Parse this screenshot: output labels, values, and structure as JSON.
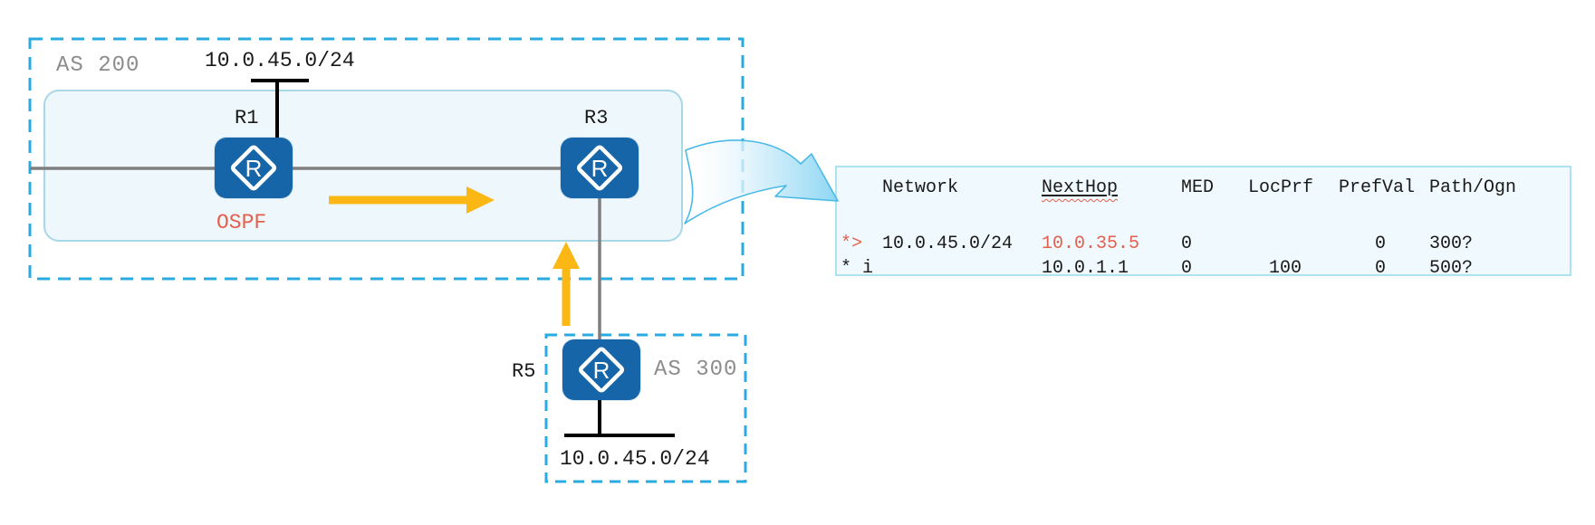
{
  "diagram": {
    "as200": {
      "label": "AS 200"
    },
    "as300": {
      "label": "AS 300"
    },
    "ospf_area": {
      "label": "OSPF"
    },
    "routers": {
      "r1": "R1",
      "r3": "R3",
      "r5": "R5"
    },
    "networks": {
      "top": "10.0.45.0/24",
      "bottom": "10.0.45.0/24"
    }
  },
  "bgp_table": {
    "headers": [
      "Network",
      "NextHop",
      "MED",
      "LocPrf",
      "PrefVal",
      "Path/Ogn"
    ],
    "rows": [
      {
        "status": "*>",
        "network": "10.0.45.0/24",
        "nexthop": "10.0.35.5",
        "med": "0",
        "locprf": "",
        "prefval": "0",
        "path": "300?"
      },
      {
        "status": "* i",
        "network": "",
        "nexthop": "10.0.1.1",
        "med": "0",
        "locprf": "100",
        "prefval": "0",
        "path": "500?"
      }
    ]
  },
  "colors": {
    "dashed_border_blue": "#29abe2",
    "router_blue": "#1565a8",
    "highlight_red": "#e4604e",
    "arrow_yellow": "#fbb713",
    "link_gray": "#7f7f7f",
    "area_fill": "#eef7fb",
    "area_border": "#a8d7e8",
    "table_fill": "#f0f9fd",
    "table_border": "#ace2f2",
    "label_gray": "#8c8c8c"
  }
}
